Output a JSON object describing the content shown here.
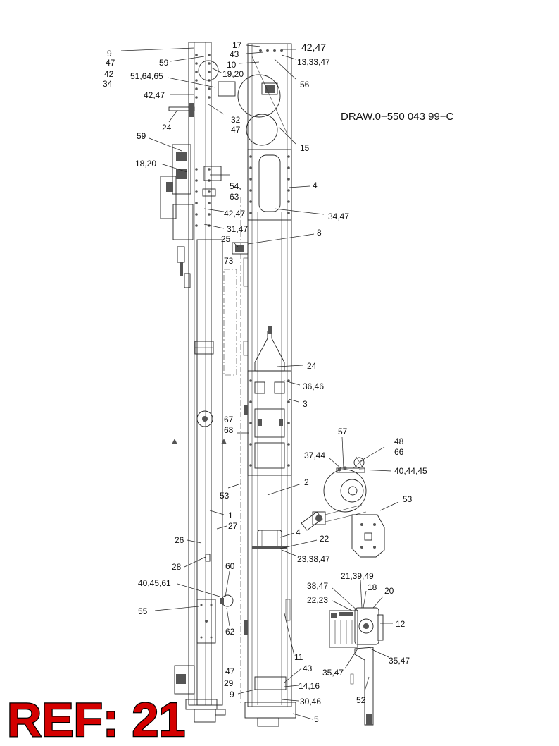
{
  "drawing_number": "DRAW.0−550 043 99−C",
  "ref_label": "REF: 21",
  "callouts": {
    "left_column": [
      "9",
      "47",
      "42",
      "34",
      "51,64,65",
      "59",
      "42,47",
      "19,20",
      "32",
      "47",
      "24",
      "59",
      "18,20",
      "54,",
      "63",
      "42,47",
      "31,47",
      "25",
      "73"
    ],
    "right_column_top": [
      "17",
      "43",
      "42,47",
      "13,33,47",
      "10",
      "56",
      "15",
      "4",
      "34,47",
      "8"
    ],
    "middle": [
      "24",
      "36,46",
      "3",
      "67",
      "68",
      "53",
      "2",
      "4",
      "22",
      "23,38,47",
      "1",
      "27",
      "26",
      "28",
      "60",
      "40,45,61",
      "55",
      "62",
      "11",
      "47",
      "43",
      "29",
      "14,16",
      "9",
      "30,46",
      "5"
    ],
    "detail_reel": [
      "57",
      "48",
      "66",
      "37,44",
      "40,44,45",
      "53"
    ],
    "detail_motor": [
      "21,39,49",
      "38,47",
      "18",
      "20",
      "22,23",
      "12",
      "35,47",
      "35,47",
      "52"
    ]
  }
}
